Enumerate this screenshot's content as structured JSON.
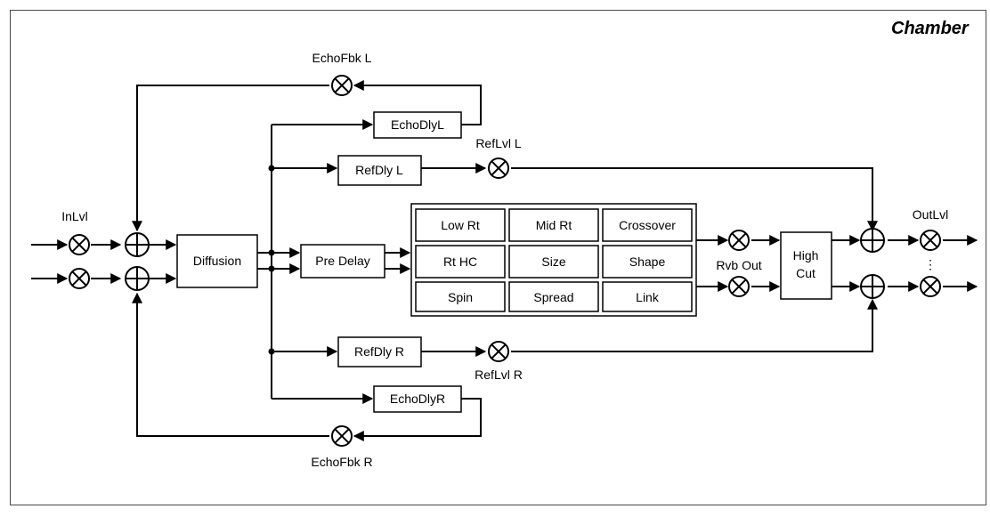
{
  "title": "Chamber",
  "labels": {
    "in_lvl": "InLvl",
    "echo_fbk_l": "EchoFbk L",
    "echo_fbk_r": "EchoFbk R",
    "ref_lvl_l": "RefLvl L",
    "ref_lvl_r": "RefLvl R",
    "rvb_out": "Rvb Out",
    "out_lvl": "OutLvl",
    "ellipsis": "⋮"
  },
  "blocks": {
    "diffusion": "Diffusion",
    "pre_delay": "Pre Delay",
    "echo_dly_l": "EchoDlyL",
    "echo_dly_r": "EchoDlyR",
    "ref_dly_l": "RefDly L",
    "ref_dly_r": "RefDly R",
    "high_cut_1": "High",
    "high_cut_2": "Cut"
  },
  "param_grid": [
    [
      "Low Rt",
      "Mid Rt",
      "Crossover"
    ],
    [
      "Rt HC",
      "Size",
      "Shape"
    ],
    [
      "Spin",
      "Spread",
      "Link"
    ]
  ]
}
